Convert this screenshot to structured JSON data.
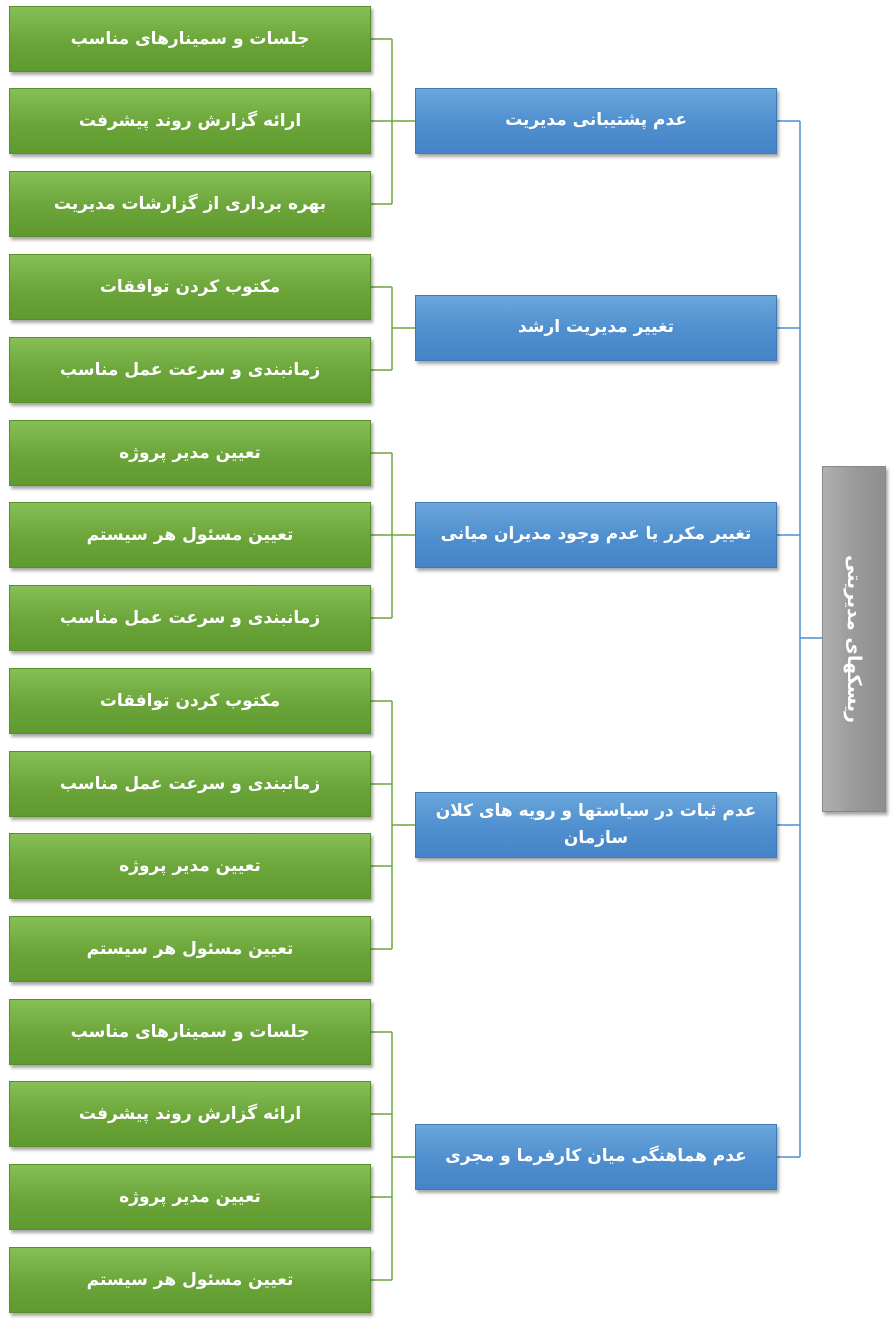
{
  "root": {
    "label": "ریسکهای مدیریتی"
  },
  "groups": [
    {
      "label": "عدم پشتیبانی مدیریت",
      "items": [
        "جلسات و سمینارهای مناسب",
        "ارائه گزارش روند پیشرفت",
        "بهره برداری از گزارشات مدیریت"
      ]
    },
    {
      "label": "تغییر مدیریت ارشد",
      "items": [
        "مکتوب کردن  توافقات",
        "زمانبندی و سرعت عمل مناسب"
      ]
    },
    {
      "label": "تغییر مکرر یا عدم وجود مدیران میانی",
      "items": [
        "تعیین مدیر پروژه",
        "تعیین مسئول هر سیستم",
        "زمانبندی و سرعت عمل مناسب"
      ]
    },
    {
      "label": "عدم ثبات در سیاستها و رویه های کلان سازمان",
      "items": [
        "مکتوب کردن  توافقات",
        "زمانبندی و سرعت عمل مناسب",
        "تعیین مدیر پروژه",
        "تعیین مسئول هر سیستم"
      ]
    },
    {
      "label": "عدم هماهنگی میان کارفرما و مجری",
      "items": [
        "جلسات و سمینارهای مناسب",
        "ارائه گزارش روند پیشرفت",
        "تعیین مدیر پروژه",
        "تعیین مسئول هر سیستم"
      ]
    }
  ],
  "colors": {
    "leaf": "#6ba53a",
    "branch": "#4f8fcf",
    "root": "#9a9a9a",
    "leaf_line": "#6ba53a",
    "branch_line": "#4f8fcf"
  }
}
